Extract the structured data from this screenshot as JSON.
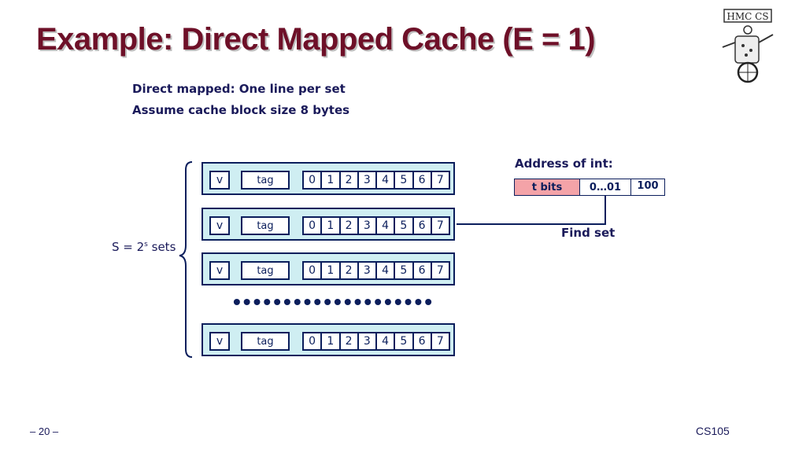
{
  "title": "Example: Direct Mapped Cache (E = 1)",
  "notes": [
    "Direct mapped: One line per set",
    "Assume cache block size 8 bytes"
  ],
  "sets_label": {
    "prefix": "S = 2",
    "exp": "s",
    "suffix": " sets"
  },
  "rows": [
    {
      "valid": "v",
      "tag": "tag",
      "bytes": [
        "0",
        "1",
        "2",
        "3",
        "4",
        "5",
        "6",
        "7"
      ]
    },
    {
      "valid": "v",
      "tag": "tag",
      "bytes": [
        "0",
        "1",
        "2",
        "3",
        "4",
        "5",
        "6",
        "7"
      ]
    },
    {
      "valid": "v",
      "tag": "tag",
      "bytes": [
        "0",
        "1",
        "2",
        "3",
        "4",
        "5",
        "6",
        "7"
      ]
    },
    {
      "valid": "v",
      "tag": "tag",
      "bytes": [
        "0",
        "1",
        "2",
        "3",
        "4",
        "5",
        "6",
        "7"
      ]
    }
  ],
  "ellipsis": "••••••••••••••••••••",
  "address": {
    "label": "Address of int:",
    "t_bits": "t bits",
    "set_bits": "0…01",
    "offset": "100"
  },
  "find_set": "Find set",
  "footer": {
    "page": "– 20 –",
    "course": "CS105"
  },
  "logo": {
    "text": "HMC CS"
  },
  "colors": {
    "title": "#6e1028",
    "row_fill": "#cfeef2",
    "border": "#0b1e5c",
    "tbits": "#f4a3a8"
  }
}
